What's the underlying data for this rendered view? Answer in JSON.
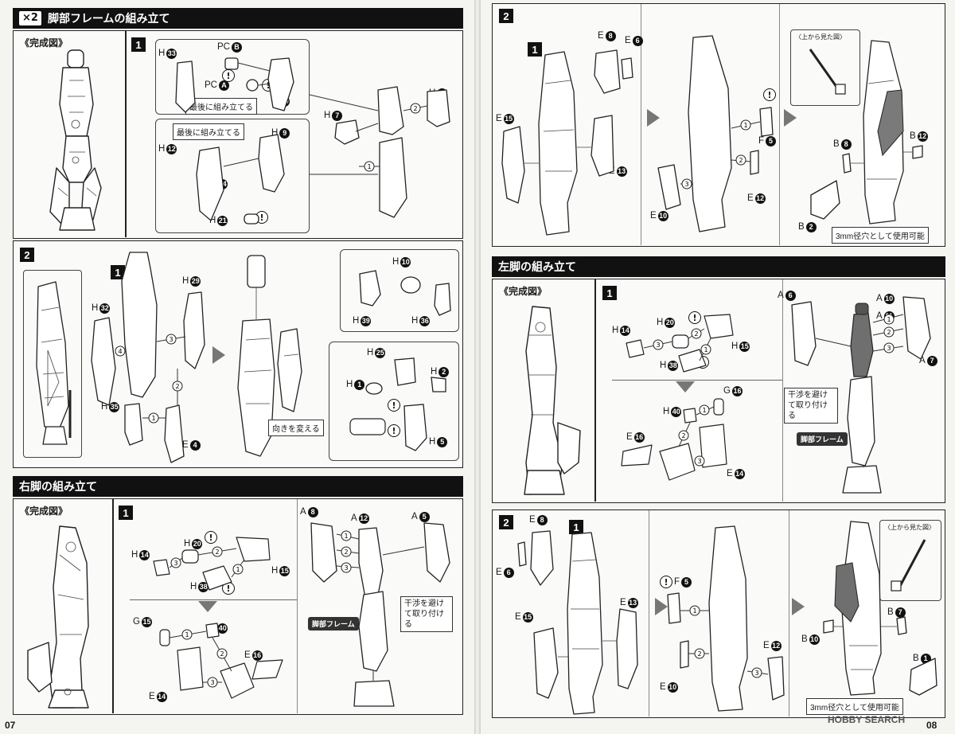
{
  "left": {
    "leg_frame": {
      "multiplier": "×2",
      "title": "脚部フレームの組み立て",
      "completed": "《完成図》",
      "step1": "1",
      "step2": "2",
      "s1": {
        "h33": "H",
        "h33n": "33",
        "pcb": "PC",
        "pcbn": "B",
        "pca": "PC",
        "pcan": "A",
        "h30": "H",
        "h30n": "30",
        "note_last1": "最後に組み立てる",
        "note_last2": "最後に組み立てる",
        "h9": "H",
        "h9n": "9",
        "h12": "H",
        "h12n": "12",
        "h24": "H",
        "h24n": "24",
        "h21": "H",
        "h21n": "21",
        "h7": "H",
        "h7n": "7",
        "h6": "H",
        "h6n": "6"
      },
      "s2": {
        "h32": "H",
        "h32n": "32",
        "h29": "H",
        "h29n": "29",
        "h35": "H",
        "h35n": "35",
        "e4": "E",
        "e4n": "4",
        "h10": "H",
        "h10n": "10",
        "h39": "H",
        "h39n": "39",
        "h36": "H",
        "h36n": "36",
        "h25": "H",
        "h25n": "25",
        "h1": "H",
        "h1n": "1",
        "h2": "H",
        "h2n": "2",
        "h5": "H",
        "h5n": "5",
        "turn_note": "向きを変える"
      }
    },
    "right_leg": {
      "title": "右脚の組み立て",
      "completed": "《完成図》",
      "step1": "1",
      "h14": "H",
      "h14n": "14",
      "h20": "H",
      "h20n": "20",
      "h15": "H",
      "h15n": "15",
      "h38": "H",
      "h38n": "38",
      "g15": "G",
      "g15n": "15",
      "h40": "H",
      "h40n": "40",
      "e16": "E",
      "e16n": "16",
      "e14": "E",
      "e14n": "14",
      "a8": "A",
      "a8n": "8",
      "a12": "A",
      "a12n": "12",
      "a5": "A",
      "a5n": "5",
      "frame_tag": "脚部フレーム",
      "avoid_note": "干渉を避けて取り付ける"
    },
    "page_number": "07"
  },
  "right": {
    "top_step": {
      "step2": "2",
      "step1": "1",
      "e8": "E",
      "e8n": "8",
      "e6": "E",
      "e6n": "6",
      "e15": "E",
      "e15n": "15",
      "e13": "E",
      "e13n": "13",
      "f5": "F",
      "f5n": "5",
      "e12": "E",
      "e12n": "12",
      "e10": "E",
      "e10n": "10",
      "topview": "〈上から見た図〉",
      "b8": "B",
      "b8n": "8",
      "b12": "B",
      "b12n": "12",
      "b2": "B",
      "b2n": "2",
      "hole_note": "3mm径穴として使用可能"
    },
    "left_leg": {
      "title": "左脚の組み立て",
      "completed": "《完成図》",
      "step1": "1",
      "h14": "H",
      "h14n": "14",
      "h20": "H",
      "h20n": "20",
      "h15": "H",
      "h15n": "15",
      "h38": "H",
      "h38n": "38",
      "g16": "G",
      "g16n": "16",
      "h40": "H",
      "h40n": "40",
      "e16": "E",
      "e16n": "16",
      "e14": "E",
      "e14n": "14",
      "a6": "A",
      "a6n": "6",
      "a10": "A",
      "a10n": "10",
      "a11": "A",
      "a11n": "11",
      "a7": "A",
      "a7n": "7",
      "frame_tag": "脚部フレーム",
      "avoid_note": "干渉を避けて取り付ける"
    },
    "bottom_step": {
      "step2": "2",
      "step1": "1",
      "e8": "E",
      "e8n": "8",
      "e6": "E",
      "e6n": "6",
      "e15": "E",
      "e15n": "15",
      "e13": "E",
      "e13n": "13",
      "f5": "F",
      "f5n": "5",
      "e12": "E",
      "e12n": "12",
      "e10": "E",
      "e10n": "10",
      "topview": "〈上から見た図〉",
      "b7": "B",
      "b7n": "7",
      "b10": "B",
      "b10n": "10",
      "b1": "B",
      "b1n": "1",
      "hole_note": "3mm径穴として使用可能"
    },
    "page_number": "08",
    "watermark": "HOBBY SEARCH"
  }
}
